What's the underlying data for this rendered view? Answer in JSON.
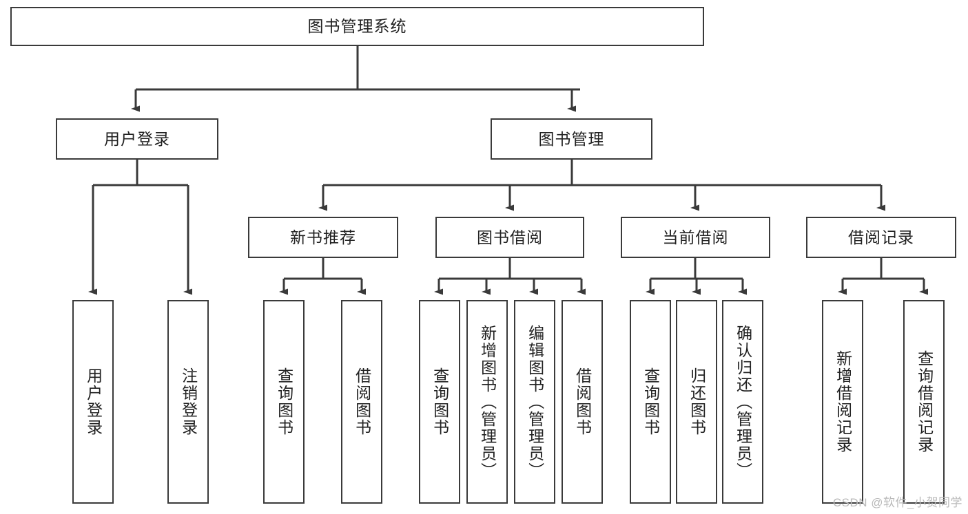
{
  "diagram": {
    "title": "图书管理系统",
    "root": {
      "label": "图书管理系统"
    },
    "level2": [
      {
        "label": "用户登录"
      },
      {
        "label": "图书管理"
      }
    ],
    "level3": [
      {
        "label": "新书推荐"
      },
      {
        "label": "图书借阅"
      },
      {
        "label": "当前借阅"
      },
      {
        "label": "借阅记录"
      }
    ],
    "leaves": {
      "user_login": [
        {
          "label": "用户登录"
        },
        {
          "label": "注销登录"
        }
      ],
      "new_book_recommend": [
        {
          "label": "查询图书"
        },
        {
          "label": "借阅图书"
        }
      ],
      "book_borrow": [
        {
          "label": "查询图书"
        },
        {
          "label": "新增图书（管理员）"
        },
        {
          "label": "编辑图书（管理员）"
        },
        {
          "label": "借阅图书"
        }
      ],
      "current_borrow": [
        {
          "label": "查询图书"
        },
        {
          "label": "归还图书"
        },
        {
          "label": "确认归还（管理员）"
        }
      ],
      "borrow_record": [
        {
          "label": "新增借阅记录"
        },
        {
          "label": "查询借阅记录"
        }
      ]
    }
  },
  "watermark": {
    "text": "CSDN @软件_小贺同学"
  },
  "colors": {
    "box_border": "#3a3a3a",
    "box_fill": "#ffffff",
    "text": "#222222",
    "edge": "#3a3a3a",
    "watermark": "#b9b9b9",
    "background": "#ffffff"
  }
}
